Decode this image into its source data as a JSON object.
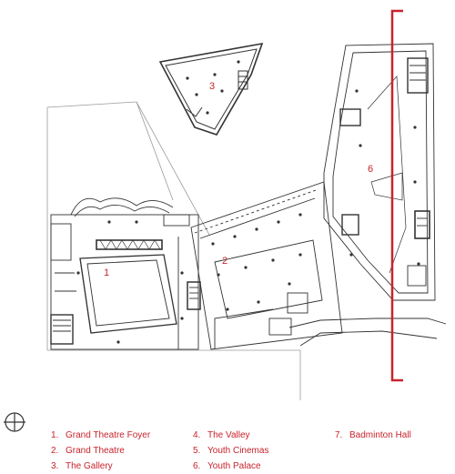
{
  "markers": [
    "1",
    "2",
    "3",
    "6"
  ],
  "legend": [
    {
      "n": "1.",
      "label": "Grand Theatre Foyer"
    },
    {
      "n": "2.",
      "label": "Grand Theatre"
    },
    {
      "n": "3.",
      "label": "The Gallery"
    },
    {
      "n": "4.",
      "label": "The Valley"
    },
    {
      "n": "5.",
      "label": "Youth Cinemas"
    },
    {
      "n": "6.",
      "label": "Youth Palace"
    },
    {
      "n": "7.",
      "label": "Badminton Hall"
    }
  ],
  "colors": {
    "accent": "#c8232c",
    "line": "#333333",
    "light": "#9a9a9a"
  }
}
